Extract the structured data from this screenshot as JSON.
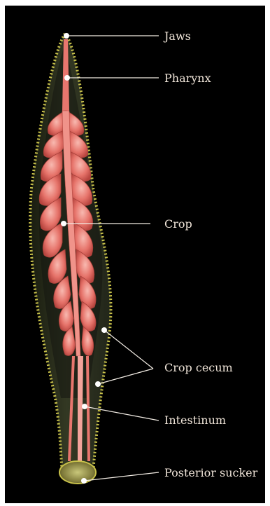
{
  "labels": {
    "jaws": "Jaws",
    "pharynx": "Pharynx",
    "crop": "Crop",
    "crop_cecum": "Crop cecum",
    "intestinum": "Intestinum",
    "posterior_sucker": "Posterior sucker"
  },
  "colors": {
    "background": "#000000",
    "label_text": "#efe4d8",
    "leader_line": "#f2ece4",
    "body_fill": "#2b2f1a",
    "body_edge": "#c8c14a",
    "gut": "#e8766e",
    "gut_highlight": "#f6b3ab"
  }
}
